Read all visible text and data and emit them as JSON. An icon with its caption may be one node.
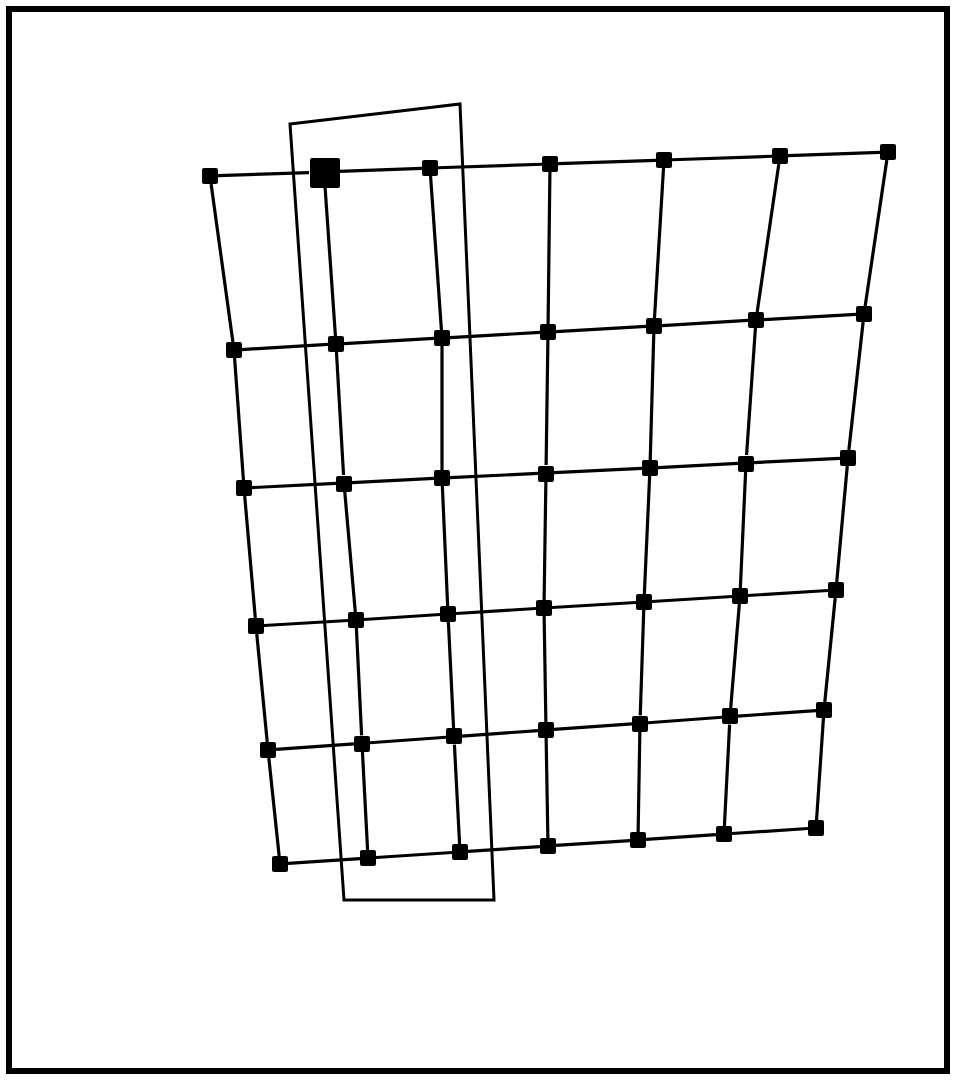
{
  "diagram": {
    "nodes": [
      {
        "text": [],
        "shape": "box"
      },
      {
        "text": [],
        "shape": "box"
      },
      {
        "text": [],
        "shape": "box"
      },
      {
        "text": [],
        "shape": "box"
      },
      {
        "text": [],
        "shape": "box"
      },
      {
        "text": [],
        "shape": "box"
      },
      {
        "text": [],
        "shape": "box"
      },
      {
        "text": [],
        "shape": "box"
      },
      {
        "text": [],
        "shape": "box"
      },
      {
        "text": [],
        "shape": "box"
      },
      {
        "text": [],
        "shape": "box"
      },
      {
        "text": [],
        "shape": "box"
      },
      {
        "text": [],
        "shape": "box"
      },
      {
        "text": [],
        "shape": "box"
      },
      {
        "text": [],
        "shape": "box"
      },
      {
        "text": [],
        "shape": "box"
      },
      {
        "text": [],
        "shape": "box"
      },
      {
        "text": [],
        "shape": "box"
      },
      {
        "text": [],
        "shape": "box"
      },
      {
        "text": [],
        "shape": "box"
      },
      {
        "text": [],
        "shape": "box"
      },
      {
        "text": [],
        "shape": "box"
      },
      {
        "text": [],
        "shape": "box"
      },
      {
        "text": [],
        "shape": "box"
      },
      {
        "text": [],
        "shape": "box"
      },
      {
        "text": [],
        "shape": "box"
      },
      {
        "text": [],
        "shape": "box"
      },
      {
        "text": [],
        "shape": "box"
      },
      {
        "text": [],
        "shape": "box"
      },
      {
        "text": [],
        "shape": "box"
      },
      {
        "text": [],
        "shape": "box"
      },
      {
        "text": [],
        "shape": "box"
      },
      {
        "text": [],
        "shape": "box"
      },
      {
        "text": [],
        "shape": "box"
      },
      {
        "text": [],
        "shape": "box"
      },
      {
        "text": [],
        "shape": "box"
      },
      {
        "text": [],
        "shape": "box"
      },
      {
        "text": [],
        "shape": "box"
      },
      {
        "text": [],
        "shape": "box"
      },
      {
        "text": [],
        "shape": "box"
      },
      {
        "text": [],
        "shape": "box"
      },
      {
        "text": [],
        "shape": "box"
      }
    ],
    "edges": [
      {
        "from": 0,
        "to": 1,
        "arrow": "none"
      },
      {
        "from": 1,
        "to": 2,
        "arrow": "none"
      },
      {
        "from": 2,
        "to": 3,
        "arrow": "none"
      },
      {
        "from": 3,
        "to": 4,
        "arrow": "none"
      },
      {
        "from": 4,
        "to": 5,
        "arrow": "none"
      },
      {
        "from": 5,
        "to": 6,
        "arrow": "none"
      },
      {
        "from": 7,
        "to": 8,
        "arrow": "none"
      },
      {
        "from": 8,
        "to": 9,
        "arrow": "none"
      },
      {
        "from": 9,
        "to": 10,
        "arrow": "none"
      },
      {
        "from": 10,
        "to": 11,
        "arrow": "none"
      },
      {
        "from": 11,
        "to": 12,
        "arrow": "none"
      },
      {
        "from": 12,
        "to": 13,
        "arrow": "none"
      },
      {
        "from": 14,
        "to": 15,
        "arrow": "none"
      },
      {
        "from": 15,
        "to": 16,
        "arrow": "none"
      },
      {
        "from": 16,
        "to": 17,
        "arrow": "none"
      },
      {
        "from": 17,
        "to": 18,
        "arrow": "none"
      },
      {
        "from": 18,
        "to": 19,
        "arrow": "none"
      },
      {
        "from": 19,
        "to": 20,
        "arrow": "none"
      },
      {
        "from": 21,
        "to": 22,
        "arrow": "none"
      },
      {
        "from": 22,
        "to": 23,
        "arrow": "none"
      },
      {
        "from": 23,
        "to": 24,
        "arrow": "none"
      },
      {
        "from": 24,
        "to": 25,
        "arrow": "none"
      },
      {
        "from": 25,
        "to": 26,
        "arrow": "none"
      },
      {
        "from": 26,
        "to": 27,
        "arrow": "none"
      },
      {
        "from": 28,
        "to": 29,
        "arrow": "none"
      },
      {
        "from": 29,
        "to": 30,
        "arrow": "none"
      },
      {
        "from": 30,
        "to": 31,
        "arrow": "none"
      },
      {
        "from": 31,
        "to": 32,
        "arrow": "none"
      },
      {
        "from": 32,
        "to": 33,
        "arrow": "none"
      },
      {
        "from": 33,
        "to": 34,
        "arrow": "none"
      },
      {
        "from": 35,
        "to": 36,
        "arrow": "none"
      },
      {
        "from": 36,
        "to": 37,
        "arrow": "none"
      },
      {
        "from": 37,
        "to": 38,
        "arrow": "none"
      },
      {
        "from": 38,
        "to": 39,
        "arrow": "none"
      },
      {
        "from": 39,
        "to": 40,
        "arrow": "none"
      },
      {
        "from": 40,
        "to": 41,
        "arrow": "none"
      },
      {
        "from": 0,
        "to": 7,
        "arrow": "none"
      },
      {
        "from": 1,
        "to": 8,
        "arrow": "none"
      },
      {
        "from": 2,
        "to": 9,
        "arrow": "none"
      },
      {
        "from": 3,
        "to": 10,
        "arrow": "none"
      },
      {
        "from": 4,
        "to": 11,
        "arrow": "none"
      },
      {
        "from": 5,
        "to": 12,
        "arrow": "none"
      },
      {
        "from": 6,
        "to": 13,
        "arrow": "none"
      },
      {
        "from": 7,
        "to": 14,
        "arrow": "none"
      },
      {
        "from": 8,
        "to": 15,
        "arrow": "none"
      },
      {
        "from": 9,
        "to": 16,
        "arrow": "none"
      },
      {
        "from": 10,
        "to": 17,
        "arrow": "none"
      },
      {
        "from": 11,
        "to": 18,
        "arrow": "none"
      },
      {
        "from": 12,
        "to": 19,
        "arrow": "none"
      },
      {
        "from": 13,
        "to": 20,
        "arrow": "none"
      },
      {
        "from": 14,
        "to": 21,
        "arrow": "none"
      },
      {
        "from": 15,
        "to": 22,
        "arrow": "none"
      },
      {
        "from": 16,
        "to": 23,
        "arrow": "none"
      },
      {
        "from": 17,
        "to": 24,
        "arrow": "none"
      },
      {
        "from": 18,
        "to": 25,
        "arrow": "none"
      },
      {
        "from": 19,
        "to": 26,
        "arrow": "none"
      },
      {
        "from": 20,
        "to": 27,
        "arrow": "none"
      },
      {
        "from": 21,
        "to": 28,
        "arrow": "none"
      },
      {
        "from": 22,
        "to": 29,
        "arrow": "none"
      },
      {
        "from": 23,
        "to": 30,
        "arrow": "none"
      },
      {
        "from": 24,
        "to": 31,
        "arrow": "none"
      },
      {
        "from": 25,
        "to": 32,
        "arrow": "none"
      },
      {
        "from": 26,
        "to": 33,
        "arrow": "none"
      },
      {
        "from": 27,
        "to": 34,
        "arrow": "none"
      },
      {
        "from": 28,
        "to": 35,
        "arrow": "none"
      },
      {
        "from": 29,
        "to": 36,
        "arrow": "none"
      },
      {
        "from": 30,
        "to": 37,
        "arrow": "none"
      },
      {
        "from": 31,
        "to": 38,
        "arrow": "none"
      },
      {
        "from": 32,
        "to": 39,
        "arrow": "none"
      },
      {
        "from": 33,
        "to": 40,
        "arrow": "none"
      },
      {
        "from": 34,
        "to": 41,
        "arrow": "none"
      }
    ]
  }
}
